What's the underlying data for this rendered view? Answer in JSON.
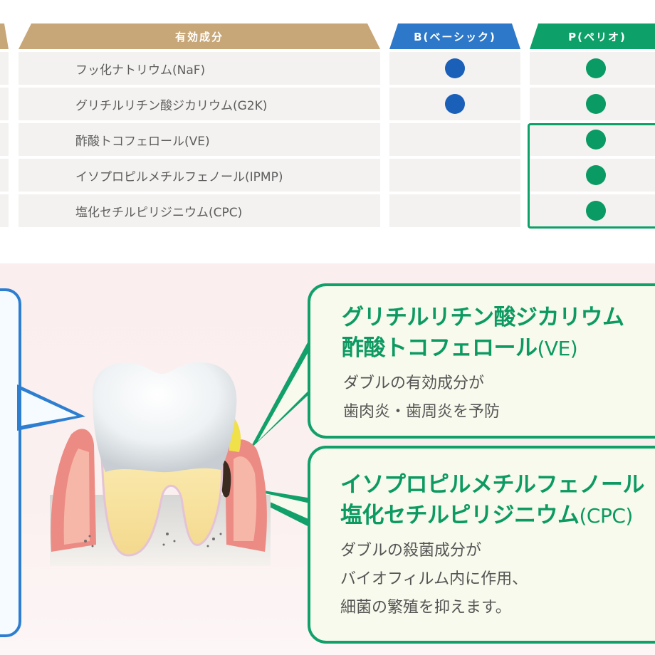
{
  "table": {
    "header": {
      "ingredients": "有効成分",
      "b": "B(ベーシック)",
      "p": "P(ペリオ)"
    },
    "rows": [
      {
        "name": "フッ化ナトリウム(NaF)",
        "b": true,
        "p": true
      },
      {
        "name": "グリチルリチン酸ジカリウム(G2K)",
        "b": true,
        "p": true
      },
      {
        "name": "酢酸トコフェロール(VE)",
        "b": false,
        "p": true
      },
      {
        "name": "イソプロピルメチルフェノール(IPMP)",
        "b": false,
        "p": true
      },
      {
        "name": "塩化セチルピリジニウム(CPC)",
        "b": false,
        "p": true
      }
    ]
  },
  "callouts": [
    {
      "title1": "グリチルリチン酸ジカリウム",
      "title2_main": "酢酸トコフェロール",
      "title2_abbr": "(VE)",
      "body1": "ダブルの有効成分が",
      "body2": "歯肉炎・歯周炎を予防"
    },
    {
      "title1": "イソプロピルメチルフェノール",
      "title2_main": "塩化セチルピリジニウム",
      "title2_abbr": "(CPC)",
      "body1": "ダブルの殺菌成分が",
      "body2": "バイオフィルム内に作用、",
      "body3": "細菌の繁殖を抑えます。"
    }
  ],
  "illustration": {
    "icon": "tooth-with-plaque-icon"
  },
  "colors": {
    "ingredients_tab": "#c7a677",
    "basic_tab": "#2d78c8",
    "perio_tab": "#0ea069",
    "basic_dot": "#1a5fb8",
    "perio_dot": "#0a9a64",
    "callout_border": "#11a06a",
    "callout_title": "#0c9a62"
  }
}
